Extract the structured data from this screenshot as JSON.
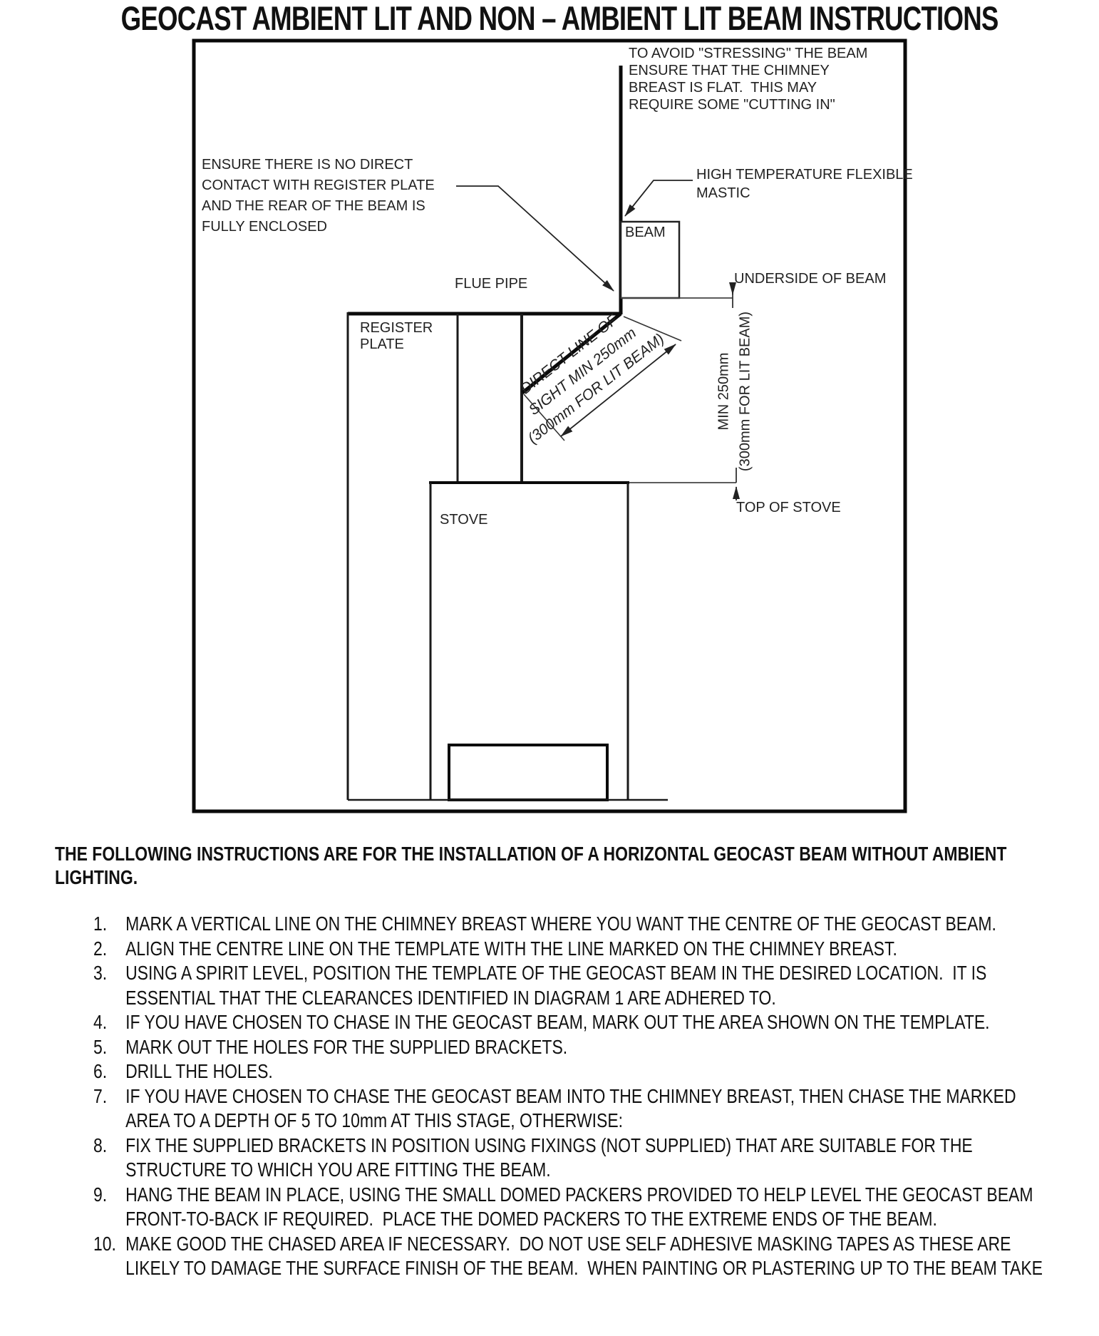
{
  "title": "GEOCAST AMBIENT LIT AND NON – AMBIENT LIT BEAM INSTRUCTIONS",
  "diagram": {
    "labels": {
      "top_right": [
        "TO AVOID \"STRESSING\" THE BEAM",
        "ENSURE THAT THE CHIMNEY",
        "BREAST IS FLAT.  THIS MAY",
        "REQUIRE SOME \"CUTTING IN\""
      ],
      "left": [
        "ENSURE THERE IS NO DIRECT",
        "CONTACT WITH REGISTER PLATE",
        "AND THE REAR OF THE BEAM IS",
        "FULLY ENCLOSED"
      ],
      "mastic": [
        "HIGH TEMPERATURE FLEXIBLE",
        "MASTIC"
      ],
      "beam": "BEAM",
      "flue_pipe": "FLUE PIPE",
      "register_plate": [
        "REGISTER",
        "PLATE"
      ],
      "underside_of_beam": "UNDERSIDE OF BEAM",
      "top_of_stove": "TOP OF STOVE",
      "stove": "STOVE",
      "sight_line": [
        "DIRECT LINE OF",
        "SIGHT MIN 250mm",
        "(300mm FOR LIT BEAM)"
      ],
      "vertical_dim": [
        "MIN 250mm",
        "(300mm FOR LIT BEAM)"
      ]
    }
  },
  "instructions": {
    "heading_lines": [
      "THE FOLLOWING INSTRUCTIONS ARE FOR THE INSTALLATION OF A HORIZONTAL GEOCAST BEAM WITHOUT AMBIENT",
      "LIGHTING."
    ],
    "items": [
      {
        "number": "1.",
        "lines": [
          "MARK A VERTICAL LINE ON THE CHIMNEY BREAST WHERE YOU WANT THE CENTRE OF THE GEOCAST BEAM."
        ]
      },
      {
        "number": "2.",
        "lines": [
          "ALIGN THE CENTRE LINE ON THE TEMPLATE WITH THE LINE MARKED ON THE CHIMNEY BREAST."
        ]
      },
      {
        "number": "3.",
        "lines": [
          "USING A SPIRIT LEVEL, POSITION THE TEMPLATE OF THE GEOCAST BEAM IN THE DESIRED LOCATION.  IT IS",
          "ESSENTIAL THAT THE CLEARANCES IDENTIFIED IN DIAGRAM 1 ARE ADHERED TO."
        ]
      },
      {
        "number": "4.",
        "lines": [
          "IF YOU HAVE CHOSEN TO CHASE IN THE GEOCAST BEAM, MARK OUT THE AREA SHOWN ON THE TEMPLATE."
        ]
      },
      {
        "number": "5.",
        "lines": [
          "MARK OUT THE HOLES FOR THE SUPPLIED BRACKETS."
        ]
      },
      {
        "number": "6.",
        "lines": [
          "DRILL THE HOLES."
        ]
      },
      {
        "number": "7.",
        "lines": [
          "IF YOU HAVE CHOSEN TO CHASE THE GEOCAST BEAM INTO THE CHIMNEY BREAST, THEN CHASE THE MARKED",
          "AREA TO A DEPTH OF 5 TO 10mm AT THIS STAGE, OTHERWISE:"
        ]
      },
      {
        "number": "8.",
        "lines": [
          "FIX THE SUPPLIED BRACKETS IN POSITION USING FIXINGS (NOT SUPPLIED) THAT ARE SUITABLE FOR THE",
          "STRUCTURE TO WHICH YOU ARE FITTING THE BEAM."
        ]
      },
      {
        "number": "9.",
        "lines": [
          "HANG THE BEAM IN PLACE, USING THE SMALL DOMED PACKERS PROVIDED TO HELP LEVEL THE GEOCAST BEAM",
          "FRONT-TO-BACK IF REQUIRED.  PLACE THE DOMED PACKERS TO THE EXTREME ENDS OF THE BEAM."
        ]
      },
      {
        "number": "10.",
        "lines": [
          "MAKE GOOD THE CHASED AREA IF NECESSARY.  DO NOT USE SELF ADHESIVE MASKING TAPES AS THESE ARE",
          "LIKELY TO DAMAGE THE SURFACE FINISH OF THE BEAM.  WHEN PAINTING OR PLASTERING UP TO THE BEAM TAKE"
        ]
      }
    ]
  }
}
